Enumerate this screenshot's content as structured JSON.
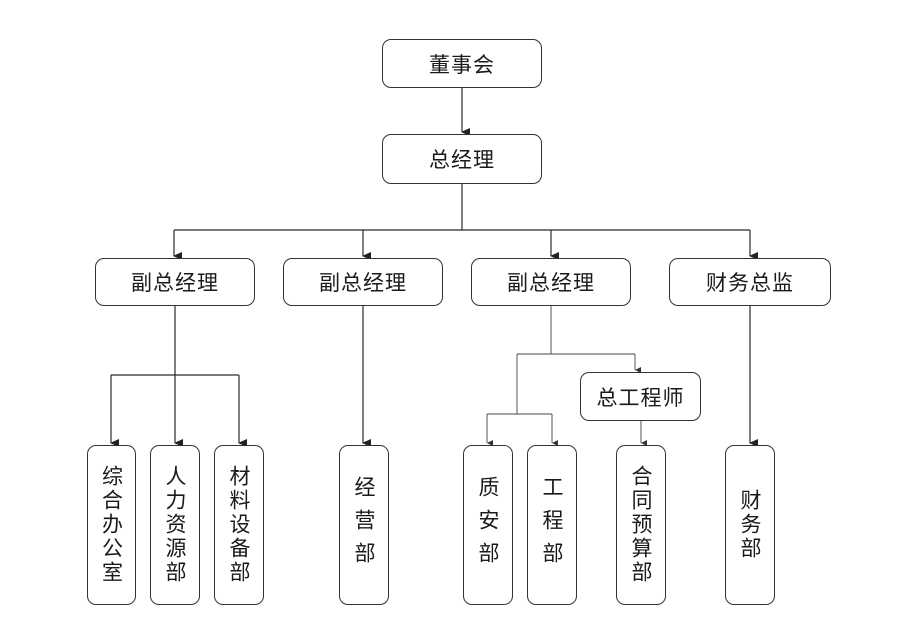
{
  "org_chart": {
    "board": "董事会",
    "general_manager": "总经理",
    "deputies": [
      {
        "title": "副总经理"
      },
      {
        "title": "副总经理"
      },
      {
        "title": "副总经理"
      },
      {
        "title": "财务总监"
      }
    ],
    "chief_engineer": "总工程师",
    "departments": [
      {
        "name": "综合办公室"
      },
      {
        "name": "人力资源部"
      },
      {
        "name": "材料设备部"
      },
      {
        "name": "经营部"
      },
      {
        "name": "质安部"
      },
      {
        "name": "工程部"
      },
      {
        "name": "合同预算部"
      },
      {
        "name": "财务部"
      }
    ]
  }
}
